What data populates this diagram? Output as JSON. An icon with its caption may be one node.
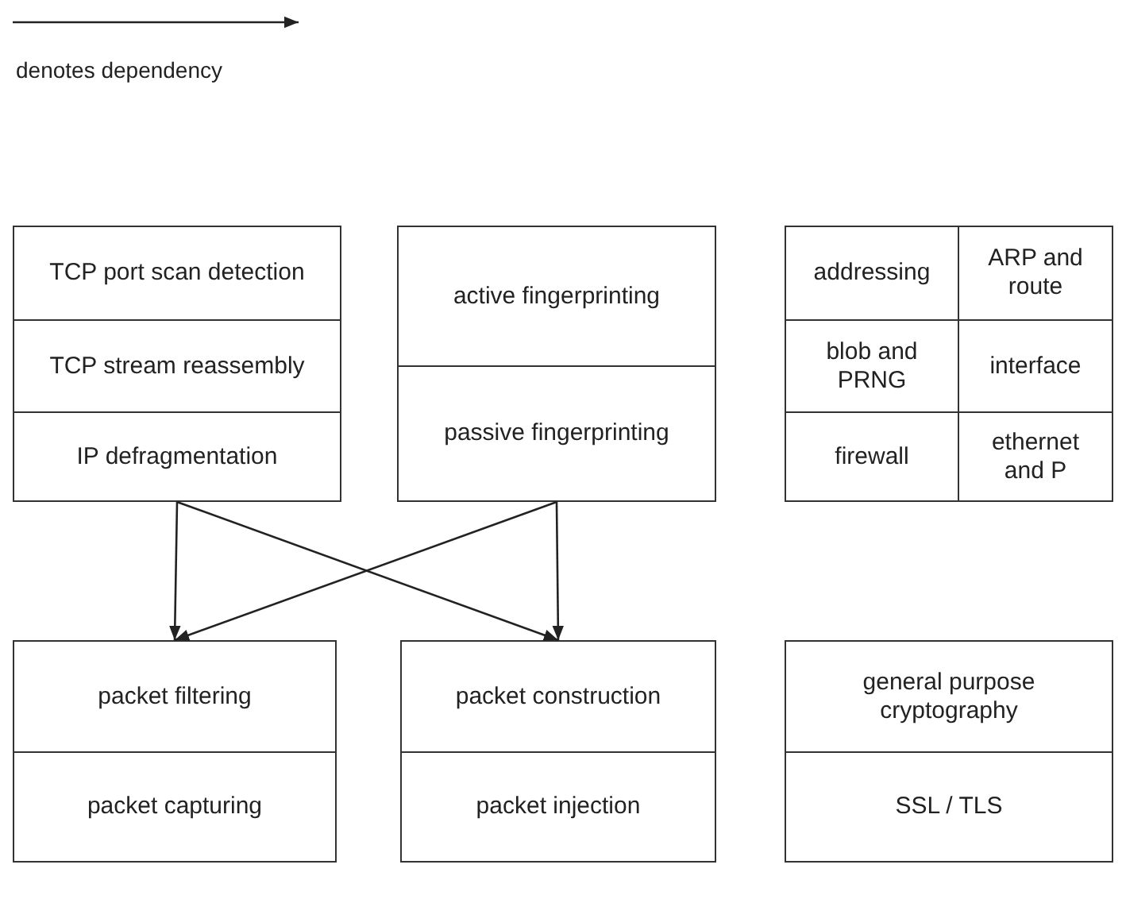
{
  "diagram": {
    "nodes": [
      {
        "text": [],
        "shape": "box"
      },
      {
        "text": [
          "TCP port scan detection"
        ],
        "in": 0
      },
      {
        "text": [
          "TCP stream reassembly"
        ],
        "in": 0
      },
      {
        "text": [
          "IP defragmentation"
        ],
        "in": 0
      },
      {
        "text": [],
        "shape": "box"
      },
      {
        "text": [
          "active fingerprinting"
        ],
        "in": 4
      },
      {
        "text": [
          "passive fingerprinting"
        ],
        "in": 4
      },
      {
        "text": [],
        "shape": "box"
      },
      {
        "text": [
          "addressing"
        ],
        "in": 7
      },
      {
        "text": [
          "ARP and route"
        ],
        "in": 7
      },
      {
        "text": [
          "blob and PRNG"
        ],
        "in": 7
      },
      {
        "text": [
          "interface"
        ],
        "in": 7
      },
      {
        "text": [
          "firewall"
        ],
        "in": 7
      },
      {
        "text": [
          "ethernet and P"
        ],
        "in": 7
      },
      {
        "text": [],
        "shape": "box"
      },
      {
        "text": [
          "packet filtering"
        ],
        "in": 14
      },
      {
        "text": [
          "packet capturing"
        ],
        "in": 14
      },
      {
        "text": [],
        "shape": "box"
      },
      {
        "text": [
          "packet construction"
        ],
        "in": 17
      },
      {
        "text": [
          "packet injection"
        ],
        "in": 17
      },
      {
        "text": [],
        "shape": "box"
      },
      {
        "text": [
          "general purpose cryptography"
        ],
        "in": 20
      },
      {
        "text": [
          "SSL / TLS"
        ],
        "in": 20
      }
    ],
    "edges": [
      {
        "from": 0,
        "to": 14,
        "arrow": "to"
      },
      {
        "from": 0,
        "to": 17,
        "arrow": "to"
      },
      {
        "from": 4,
        "to": 14,
        "arrow": "to"
      },
      {
        "from": 4,
        "to": 17,
        "arrow": "to"
      }
    ],
    "legend": [
      {
        "text": "denotes dependency"
      }
    ]
  }
}
